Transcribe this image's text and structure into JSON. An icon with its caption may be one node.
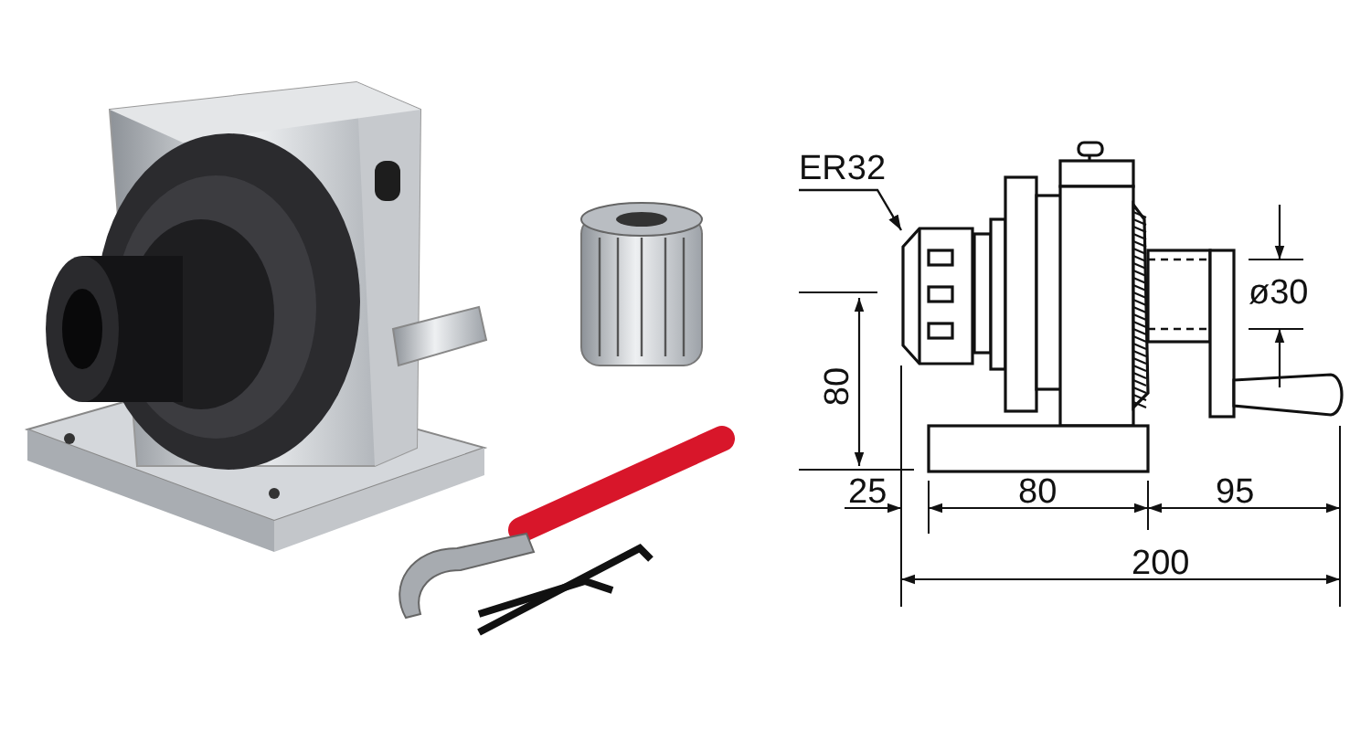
{
  "diagram": {
    "nodes": [
      {
        "text": [
          "ER32"
        ]
      },
      {
        "text": [],
        "shape": "picture"
      }
    ],
    "edges": [
      {
        "from": 0,
        "to": 1,
        "arrow": "to"
      }
    ],
    "labels": [
      "ø30",
      "80",
      "25",
      "80",
      "95",
      "200"
    ]
  }
}
